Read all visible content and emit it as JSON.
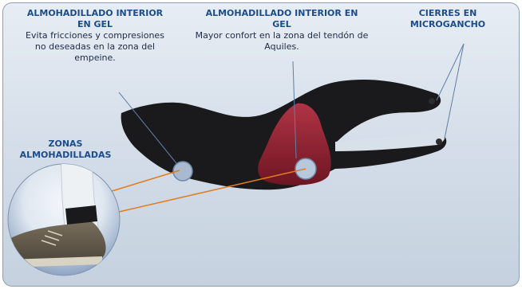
{
  "labels": {
    "left": {
      "title": "ALMOHADILLADO INTERIOR EN GEL",
      "desc": "Evita fricciones y compresiones no deseadas en la zona del empeine."
    },
    "center": {
      "title": "ALMOHADILLADO INTERIOR EN GEL",
      "desc": "Mayor confort en la zona del tendón de Aquiles."
    },
    "right": {
      "title": "CIERRES EN MICROGANCHO"
    },
    "zones": {
      "title": "ZONAS ALMOHADILLADAS"
    }
  },
  "colors": {
    "strap": "#1a1a1d",
    "gel_pad": "#8e1f2e",
    "leader_orange": "#e07d1d",
    "leader_blue": "#5f7fa8",
    "title_blue": "#1b4c8c"
  },
  "icons": [
    "ankle-strap-illustration",
    "shoe-inset-illustration",
    "gel-pad-circle"
  ]
}
